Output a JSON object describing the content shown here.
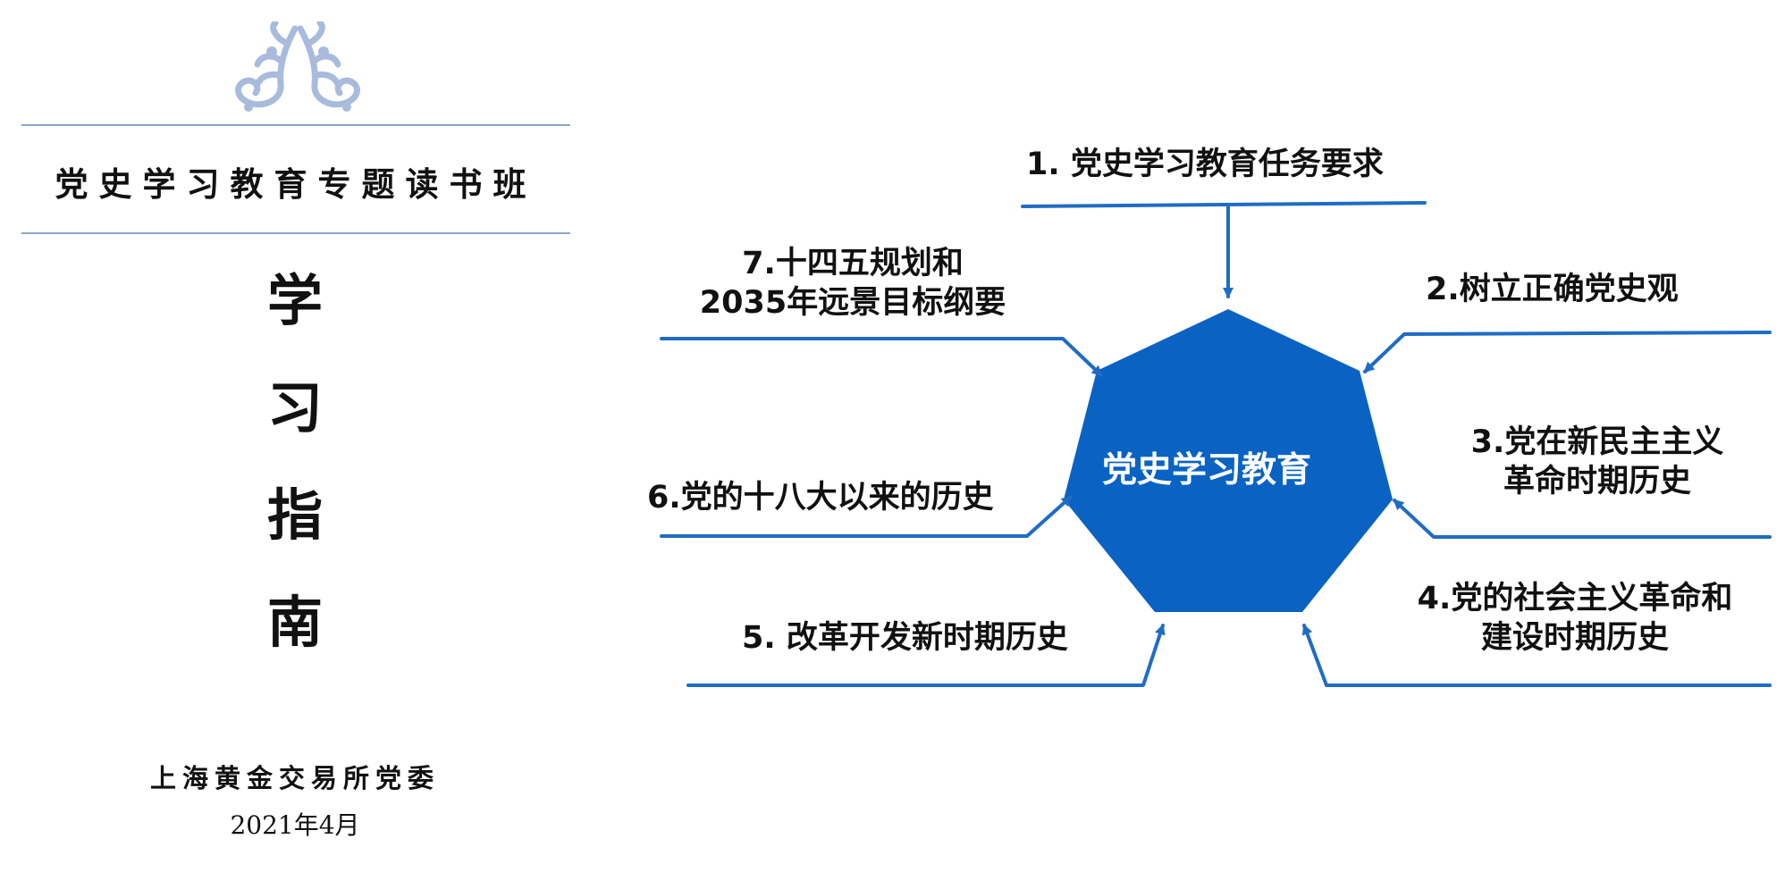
{
  "cover": {
    "series_title": "党史学习教育专题读书班",
    "main_title_chars": [
      "学",
      "习",
      "指",
      "南"
    ],
    "organization": "上海黄金交易所党委",
    "date": "2021年4月",
    "ornament_color": "#a9bbdc",
    "rule_color": "#8ba6cf"
  },
  "diagram": {
    "center_label": "党史学习教育",
    "hub_color": "#0a63c2",
    "line_color": "#1f6cc4",
    "items": [
      {
        "number": "1.",
        "lines": [
          "党史学习教育任务要求"
        ]
      },
      {
        "number": "2.",
        "lines": [
          "树立正确党史观"
        ]
      },
      {
        "number": "3.",
        "lines": [
          "党在新民主主义",
          "革命时期历史"
        ]
      },
      {
        "number": "4.",
        "lines": [
          "党的社会主义革命和",
          "建设时期历史"
        ]
      },
      {
        "number": "5.",
        "lines": [
          "改革开发新时期历史"
        ]
      },
      {
        "number": "6.",
        "lines": [
          "党的十八大以来的历史"
        ]
      },
      {
        "number": "7.",
        "lines": [
          "十四五规划和",
          "2035年远景目标纲要"
        ]
      }
    ]
  }
}
